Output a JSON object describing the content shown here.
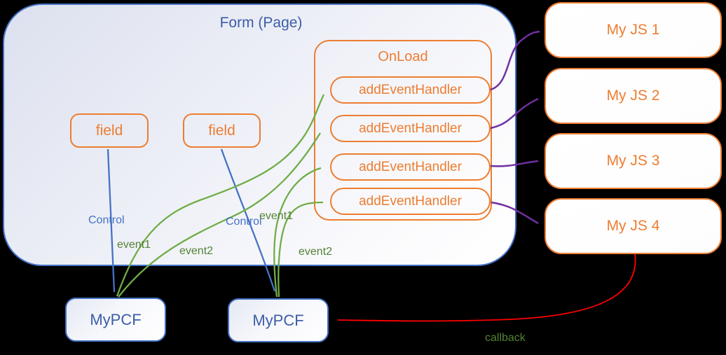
{
  "colors": {
    "orange": "#ED7D31",
    "blue": "#4472C4",
    "green": "#70AD47",
    "green_label": "#548235",
    "purple": "#7030A0",
    "red": "#FF0000",
    "heading_blue": "#3C5DA8",
    "background": "#000000"
  },
  "form": {
    "title": "Form (Page)",
    "fields": [
      {
        "label": "field"
      },
      {
        "label": "field"
      }
    ],
    "onload": {
      "title": "OnLoad",
      "handlers": [
        "addEventHandler",
        "addEventHandler",
        "addEventHandler",
        "addEventHandler"
      ]
    }
  },
  "js_modules": [
    {
      "label": "My JS 1"
    },
    {
      "label": "My JS 2"
    },
    {
      "label": "My JS 3"
    },
    {
      "label": "My JS 4"
    }
  ],
  "pcf_controls": [
    {
      "label": "MyPCF"
    },
    {
      "label": "MyPCF"
    }
  ],
  "connectors": {
    "field1_to_pcf1": {
      "label": "Control"
    },
    "field2_to_pcf2": {
      "label": "Control"
    },
    "pcf1_event1": {
      "label": "event1"
    },
    "pcf1_event2": {
      "label": "event2"
    },
    "pcf2_event1": {
      "label": "event1"
    },
    "pcf2_event2": {
      "label": "event2"
    },
    "js4_to_pcf2": {
      "label": "callback"
    }
  }
}
